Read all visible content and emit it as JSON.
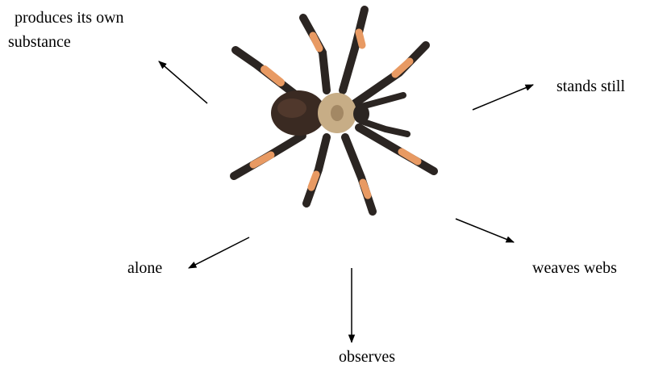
{
  "labels": {
    "top_left_line1": "produces its own",
    "top_left_line2": "substance",
    "top_right": "stands still",
    "bottom_left": "alone",
    "bottom_right": "weaves webs",
    "bottom_center": "observes"
  },
  "colors": {
    "arrow": "#000000",
    "leg_dark": "#2b2522",
    "leg_orange": "#e89a63",
    "abdomen": "#3a2a22",
    "carapace": "#c7ad86"
  },
  "image_subject": "spider-image"
}
